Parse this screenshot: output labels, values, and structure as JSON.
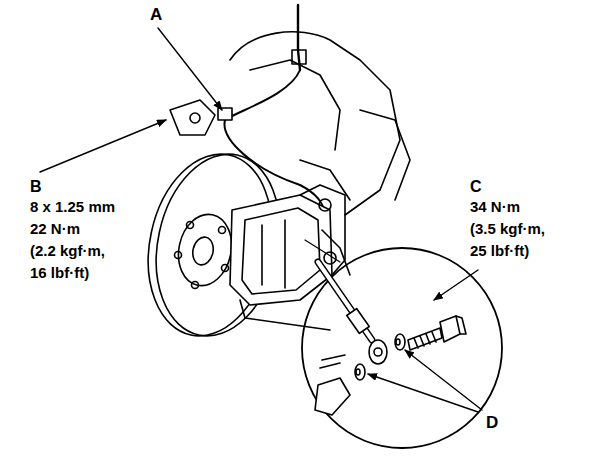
{
  "diagram": {
    "labels": [
      "A",
      "B",
      "8 x 1.25 mm",
      "22 N·m",
      "(2.2 kgf·m,",
      "16 lbf·ft)",
      "C",
      "34 N·m",
      "(3.5 kgf·m,",
      "25 lbf·ft)",
      "D"
    ]
  }
}
